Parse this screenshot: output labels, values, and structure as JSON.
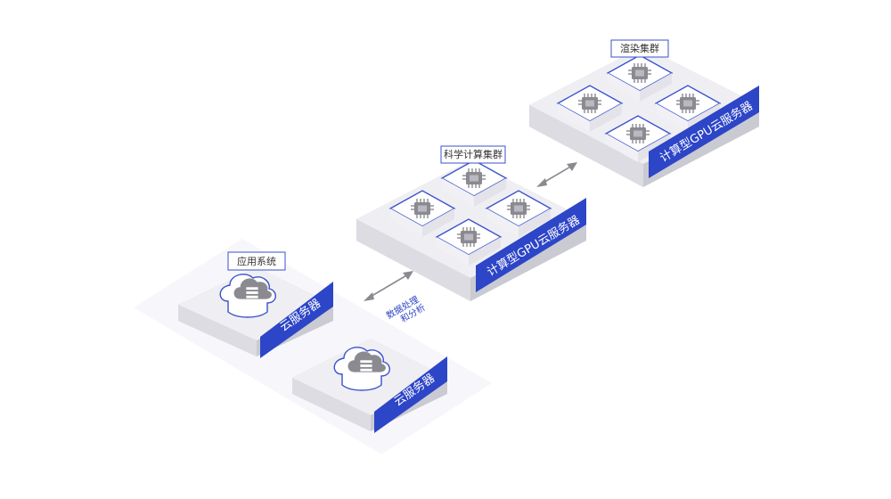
{
  "clusters": {
    "app": {
      "label": "应用系统",
      "server_top": "云服务器",
      "server_bottom": "云服务器"
    },
    "science": {
      "label": "科学计算集群",
      "server": "计算型GPU云服务器"
    },
    "render": {
      "label": "渲染集群",
      "server": "计算型GPU云服务器"
    }
  },
  "connectors": {
    "app_science_line1": "数据处理",
    "app_science_line2": "和分析"
  },
  "icons": {
    "cloud": "cloud-server-icon",
    "chip": "cpu-chip-icon"
  },
  "colors": {
    "accent": "#2d45c7",
    "tile_border": "#3a52cc",
    "chip": "#8a8a90",
    "platform_top": "#efeff3",
    "platform_left": "#dcdce2",
    "platform_right": "#cacad2"
  }
}
